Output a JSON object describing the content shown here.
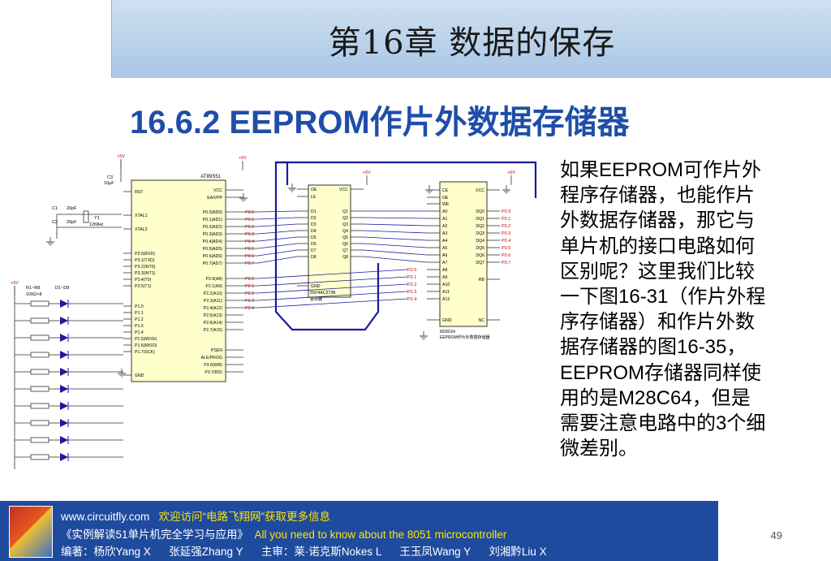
{
  "header": {
    "chapter_title": "第16章  数据的保存"
  },
  "section": {
    "title": "16.6.2 EEPROM作片外数据存储器"
  },
  "body_lines": [
    "如果EEPROM可作片外",
    "程序存储器，也能作片",
    "外数据存储器，那它与",
    "单片机的接口电路如何",
    "区别呢？这里我们比较",
    "一下图16-31（作片外程",
    "序存储器）和作片外数",
    "据存储器的图16-35，",
    "EEPROM存储器同样使",
    "用的是M28C64，但是",
    "需要注意电路中的3个细",
    "微差别。"
  ],
  "schematic": {
    "mcu": {
      "name": "AT89S51",
      "left_pins": [
        "RST",
        "XTAL1",
        "XTAL2",
        "P3.0(RXD)",
        "P3.1(TXD)",
        "P3.2(INT0)",
        "P3.3(INT1)",
        "P3.4(T0)",
        "P3.5(T1)",
        "P1.0",
        "P1.1",
        "P1.2",
        "P1.3",
        "P1.4",
        "P1.5(MOSI)",
        "P1.6(MISO)",
        "P1.7(SCK)",
        "GND"
      ],
      "right_pins": [
        "VCC",
        "EA/VPP",
        "P0.0(AD0)",
        "P0.1(AD1)",
        "P0.2(AD2)",
        "P0.3(AD3)",
        "P0.4(AD4)",
        "P0.5(AD5)",
        "P0.6(AD6)",
        "P0.7(AD7)",
        "P2.0(A8)",
        "P2.1(A9)",
        "P2.2(A10)",
        "P2.3(A11)",
        "P2.4(A12)",
        "P2.5(A13)",
        "P2.6(A14)",
        "P2.7(A15)",
        "PSEN",
        "ALE/PROG",
        "P3.6(WR)",
        "P3.7(RD)"
      ]
    },
    "latch": {
      "name": "SN74AC373N",
      "sub": "锁存器",
      "left_pins": [
        "OE",
        "LE",
        "D1",
        "D2",
        "D3",
        "D4",
        "D5",
        "D6",
        "D7",
        "D8",
        "GND"
      ],
      "right_pins": [
        "VCC",
        "Q1",
        "Q2",
        "Q3",
        "Q4",
        "Q5",
        "Q6",
        "Q7",
        "Q8"
      ]
    },
    "eeprom": {
      "name": "M28C64",
      "sub": "EEPROM作片外数据存储器",
      "left_pins": [
        "CE",
        "OE",
        "WE",
        "A0",
        "A1",
        "A2",
        "A3",
        "A4",
        "A5",
        "A6",
        "A7",
        "A8",
        "A9",
        "A10",
        "A11",
        "A12",
        "GND"
      ],
      "right_pins": [
        "VCC",
        "DQ0",
        "DQ1",
        "DQ2",
        "DQ3",
        "DQ4",
        "DQ5",
        "DQ6",
        "DQ7",
        "RB",
        "NC"
      ]
    },
    "labels": {
      "vcc": "+5V",
      "c3": "C3",
      "c3_val": "10μF",
      "c1": "C1",
      "c2": "C2",
      "cap_val": "20pF",
      "xtal": "Y1",
      "xtal_val": "12MHz",
      "res": "R1~R8",
      "res_val": "100Ω×8",
      "led": "D1~D8"
    },
    "p0_nets": [
      "P0.0",
      "P0.1",
      "P0.2",
      "P0.3",
      "P0.4",
      "P0.5",
      "P0.6",
      "P0.7"
    ],
    "p2_nets": [
      "P2.0",
      "P2.1",
      "P2.2",
      "P2.3",
      "P2.4"
    ]
  },
  "footer": {
    "website": "www.circuitfly.com",
    "promo": "欢迎访问“电路飞翔网”获取更多信息",
    "book_cn": "《实例解读51单片机完全学习与应用》",
    "book_en": "All you need to know about the 8051 microcontroller",
    "authors": "编著：杨欣Yang X      张延强Zhang Y      主审：莱·诺克斯Nokes L      王玉凤Wang Y      刘湘黔Liu X",
    "page": "49"
  },
  "colors": {
    "title_blue": "#1f4ea8",
    "footer_bg": "#1f4b9e",
    "chip_fill": "#ffffcc",
    "wire": "#1a1aa0",
    "net_label": "#cc0000"
  }
}
